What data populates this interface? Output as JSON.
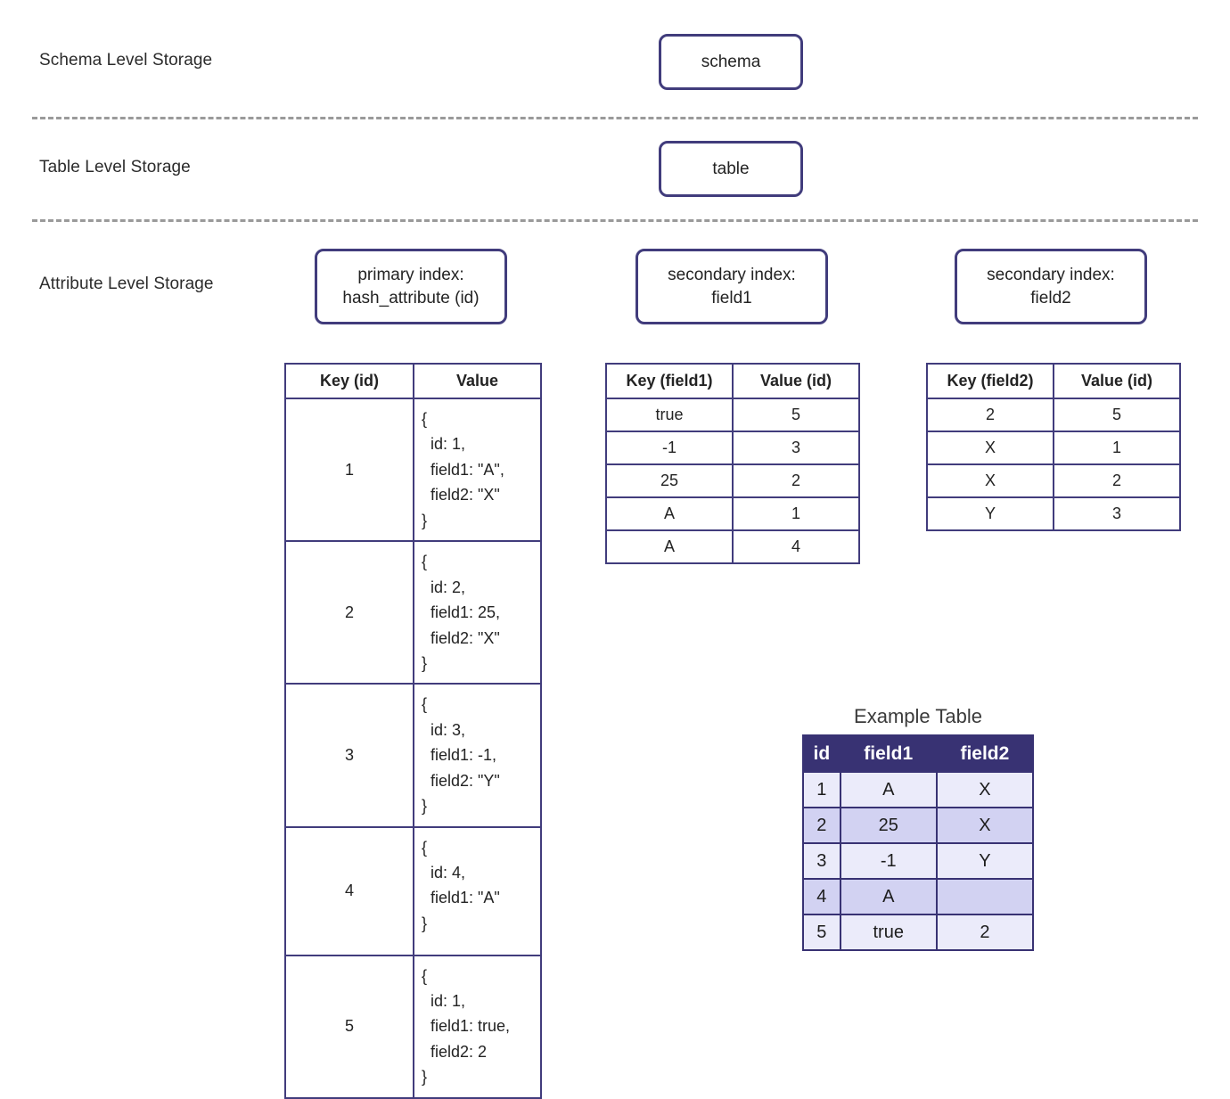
{
  "diagram": {
    "row_labels": [
      {
        "id": "schema",
        "text": "Schema Level Storage"
      },
      {
        "id": "table",
        "text": "Table Level Storage"
      },
      {
        "id": "attribute",
        "text": "Attribute Level Storage"
      }
    ],
    "nodes": {
      "schema": "schema",
      "table": "table",
      "primary_index": "primary index:\nhash_attribute (id)",
      "secondary_index_1": "secondary index:\nfield1",
      "secondary_index_2": "secondary index:\nfield2"
    },
    "colors": {
      "border": "#413C7C",
      "header_fill": "#383273",
      "row_light": "#EBEBFA",
      "row_dark": "#D2D2F2",
      "divider": "#9A9A9A",
      "text": "#232323"
    }
  },
  "primary_index_table": {
    "headers": [
      "Key (id)",
      "Value"
    ],
    "rows": [
      {
        "key": "1",
        "value": "{\n  id: 1,\n  field1: \"A\",\n  field2: \"X\"\n}"
      },
      {
        "key": "2",
        "value": "{\n  id: 2,\n  field1: 25,\n  field2: \"X\"\n}"
      },
      {
        "key": "3",
        "value": "{\n  id: 3,\n  field1: -1,\n  field2: \"Y\"\n}"
      },
      {
        "key": "4",
        "value": "{\n  id: 4,\n  field1: \"A\"\n}"
      },
      {
        "key": "5",
        "value": "{\n  id: 1,\n  field1: true,\n  field2: 2\n}"
      }
    ]
  },
  "secondary_index_field1_table": {
    "headers": [
      "Key (field1)",
      "Value (id)"
    ],
    "rows": [
      {
        "key": "true",
        "value": "5"
      },
      {
        "key": "-1",
        "value": "3"
      },
      {
        "key": "25",
        "value": "2"
      },
      {
        "key": "A",
        "value": "1"
      },
      {
        "key": "A",
        "value": "4"
      }
    ]
  },
  "secondary_index_field2_table": {
    "headers": [
      "Key (field2)",
      "Value (id)"
    ],
    "rows": [
      {
        "key": "2",
        "value": "5"
      },
      {
        "key": "X",
        "value": "1"
      },
      {
        "key": "X",
        "value": "2"
      },
      {
        "key": "Y",
        "value": "3"
      }
    ]
  },
  "example_table": {
    "title": "Example Table",
    "headers": [
      "id",
      "field1",
      "field2"
    ],
    "rows": [
      {
        "id": "1",
        "field1": "A",
        "field2": "X"
      },
      {
        "id": "2",
        "field1": "25",
        "field2": "X"
      },
      {
        "id": "3",
        "field1": "-1",
        "field2": "Y"
      },
      {
        "id": "4",
        "field1": "A",
        "field2": ""
      },
      {
        "id": "5",
        "field1": "true",
        "field2": "2"
      }
    ]
  }
}
